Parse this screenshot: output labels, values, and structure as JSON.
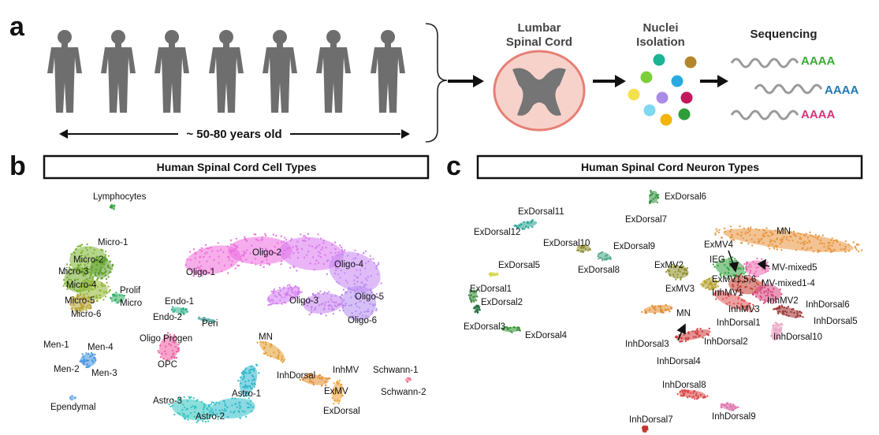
{
  "panel_a": {
    "letter": "a",
    "age_label": "~ 50-80 years old",
    "steps": {
      "tissue_line1": "Lumbar",
      "tissue_line2": "Spinal Cord",
      "nuclei_line1": "Nuclei",
      "nuclei_line2": "Isolation",
      "sequencing": "Sequencing"
    },
    "polya": [
      {
        "text": "AAAA",
        "color": "#3aaa35"
      },
      {
        "text": "AAAA",
        "color": "#1f78b4"
      },
      {
        "text": "AAAA",
        "color": "#d6337b"
      }
    ],
    "nuclei_colors": [
      "#1ab394",
      "#b5862a",
      "#7ccf3a",
      "#2aa9e0",
      "#f4e04d",
      "#a98be8",
      "#c2185b",
      "#7fd7f0",
      "#f4b400",
      "#2e9e3b"
    ]
  },
  "panel_b": {
    "letter": "b",
    "title": "Human Spinal Cord Cell Types",
    "labels": [
      "Lymphocytes",
      "Micro-1",
      "Micro-2",
      "Micro-3",
      "Micro-4",
      "Micro-5",
      "Micro-6",
      "Prolif",
      "Micro",
      "Oligo-1",
      "Oligo-2",
      "Oligo-3",
      "Oligo-4",
      "Oligo-5",
      "Oligo-6",
      "Endo-1",
      "Endo-2",
      "Peri",
      "Oligo Progen",
      "OPC",
      "Men-1",
      "Men-4",
      "Men-2",
      "Men-3",
      "Ependymal",
      "MN",
      "InhDorsal",
      "InhMV",
      "ExMV",
      "ExDorsal",
      "Astro-1",
      "Astro-2",
      "Astro-3",
      "Schwann-1",
      "Schwann-2"
    ]
  },
  "panel_c": {
    "letter": "c",
    "title": "Human Spinal Cord Neuron Types",
    "labels": [
      "ExDorsal6",
      "ExDorsal7",
      "ExDorsal11",
      "ExDorsal12",
      "ExDorsal10",
      "ExDorsal9",
      "ExDorsal8",
      "ExDorsal5",
      "ExDorsal1",
      "ExDorsal2",
      "ExDorsal3",
      "ExDorsal4",
      "MN",
      "ExMV4",
      "ExMV2",
      "IEG",
      "MV-mixed5",
      "ExMV1,5,6",
      "MV-mixed1-4",
      "ExMV3",
      "InhMV1",
      "InhMV3",
      "InhMV2",
      "MN",
      "InhDorsal6",
      "InhDorsal5",
      "InhDorsal1",
      "InhDorsal10",
      "InhDorsal3",
      "InhDorsal2",
      "InhDorsal4",
      "InhDorsal8",
      "InhDorsal9",
      "InhDorsal7"
    ]
  }
}
